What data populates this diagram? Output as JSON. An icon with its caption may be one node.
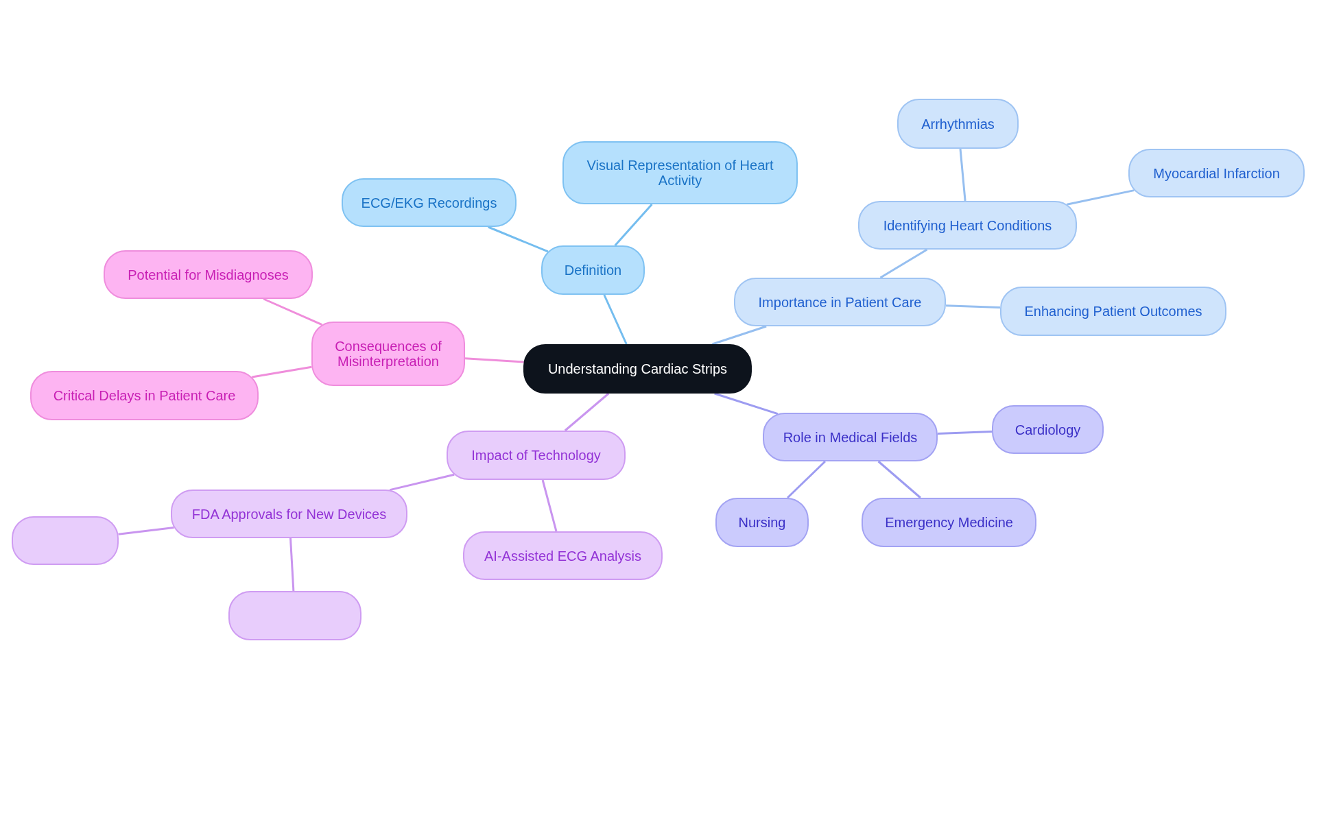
{
  "diagram": {
    "nodes": [
      {
        "text": [
          "Understanding Cardiac Strips"
        ]
      },
      {
        "text": [
          "Definition"
        ]
      },
      {
        "text": [
          "ECG/EKG Recordings"
        ]
      },
      {
        "text": [
          "Visual Representation of Heart Activity"
        ]
      },
      {
        "text": [
          "Importance in Patient Care"
        ]
      },
      {
        "text": [
          "Identifying Heart Conditions"
        ]
      },
      {
        "text": [
          "Arrhythmias"
        ]
      },
      {
        "text": [
          "Myocardial Infarction"
        ]
      },
      {
        "text": [
          "Enhancing Patient Outcomes"
        ]
      },
      {
        "text": [
          "Role in Medical Fields"
        ]
      },
      {
        "text": [
          "Cardiology"
        ]
      },
      {
        "text": [
          "Nursing"
        ]
      },
      {
        "text": [
          "Emergency Medicine"
        ]
      },
      {
        "text": [
          "Impact of Technology"
        ]
      },
      {
        "text": [
          "FDA Approvals for New Devices"
        ]
      },
      {
        "text": [],
        "shape": "box"
      },
      {
        "text": [],
        "shape": "box"
      },
      {
        "text": [
          "AI-Assisted ECG Analysis"
        ]
      },
      {
        "text": [
          "Consequences of Misinterpretation"
        ]
      },
      {
        "text": [
          "Potential for Misdiagnoses"
        ]
      },
      {
        "text": [
          "Critical Delays in Patient Care"
        ]
      }
    ],
    "edges": [
      {
        "from": 0,
        "to": 1,
        "arrow": "none",
        "color": "#74bdef"
      },
      {
        "from": 1,
        "to": 2,
        "arrow": "none",
        "color": "#74bdef"
      },
      {
        "from": 1,
        "to": 3,
        "arrow": "none",
        "color": "#74bdef"
      },
      {
        "from": 0,
        "to": 4,
        "arrow": "none",
        "color": "#96bff0"
      },
      {
        "from": 4,
        "to": 5,
        "arrow": "none",
        "color": "#96bff0"
      },
      {
        "from": 5,
        "to": 6,
        "arrow": "none",
        "color": "#96bff0"
      },
      {
        "from": 5,
        "to": 7,
        "arrow": "none",
        "color": "#96bff0"
      },
      {
        "from": 4,
        "to": 8,
        "arrow": "none",
        "color": "#96bff0"
      },
      {
        "from": 0,
        "to": 9,
        "arrow": "none",
        "color": "#9d9cf1"
      },
      {
        "from": 9,
        "to": 10,
        "arrow": "none",
        "color": "#9d9cf1"
      },
      {
        "from": 9,
        "to": 11,
        "arrow": "none",
        "color": "#9d9cf1"
      },
      {
        "from": 9,
        "to": 12,
        "arrow": "none",
        "color": "#9d9cf1"
      },
      {
        "from": 0,
        "to": 13,
        "arrow": "none",
        "color": "#c995ef"
      },
      {
        "from": 13,
        "to": 14,
        "arrow": "none",
        "color": "#c995ef"
      },
      {
        "from": 14,
        "to": 15,
        "arrow": "none",
        "color": "#c995ef"
      },
      {
        "from": 14,
        "to": 16,
        "arrow": "none",
        "color": "#c995ef"
      },
      {
        "from": 13,
        "to": 17,
        "arrow": "none",
        "color": "#c995ef"
      },
      {
        "from": 0,
        "to": 18,
        "arrow": "none",
        "color": "#ef8edb"
      },
      {
        "from": 18,
        "to": 19,
        "arrow": "none",
        "color": "#ef8edb"
      },
      {
        "from": 18,
        "to": 20,
        "arrow": "none",
        "color": "#ef8edb"
      }
    ]
  }
}
